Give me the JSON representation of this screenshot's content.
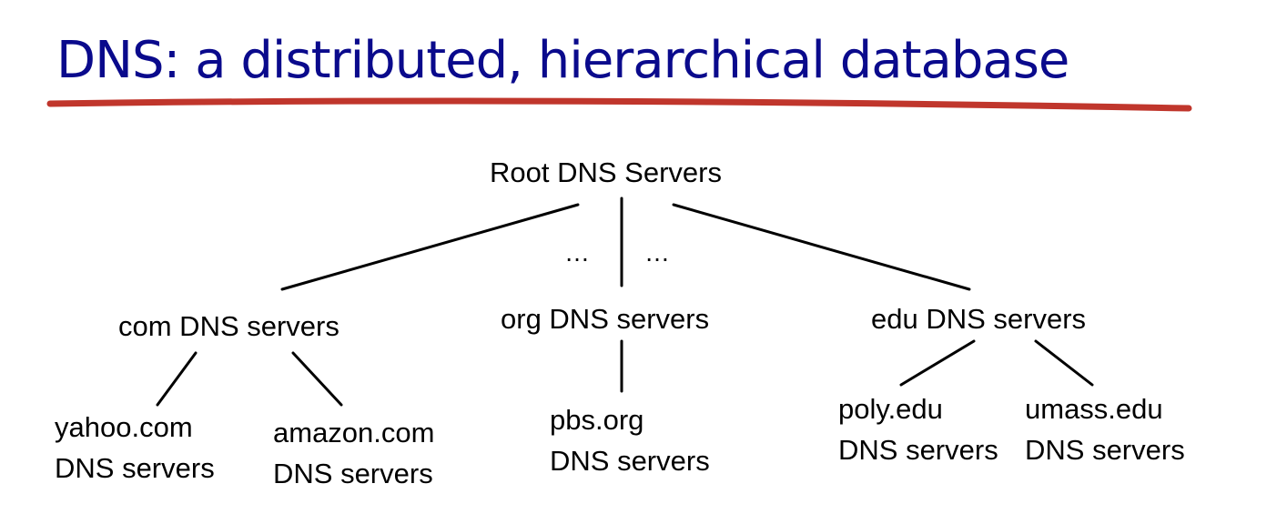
{
  "title": "DNS: a distributed, hierarchical database",
  "colors": {
    "title": "#0a0a8c",
    "underline": "#c0362c",
    "lines": "#000000"
  },
  "nodes": {
    "root": "Root DNS Servers",
    "com": "com DNS servers",
    "org": "org DNS servers",
    "edu": "edu DNS servers",
    "yahoo": {
      "line1": "yahoo.com",
      "line2": "DNS servers"
    },
    "amazon": {
      "line1": "amazon.com",
      "line2": "DNS servers"
    },
    "pbs": {
      "line1": "pbs.org",
      "line2": "DNS servers"
    },
    "poly": {
      "line1": "poly.edu",
      "line2": "DNS servers"
    },
    "umass": {
      "line1": "umass.edu",
      "line2": "DNS servers"
    }
  },
  "ellipsis": {
    "left": "…",
    "right": "…"
  }
}
